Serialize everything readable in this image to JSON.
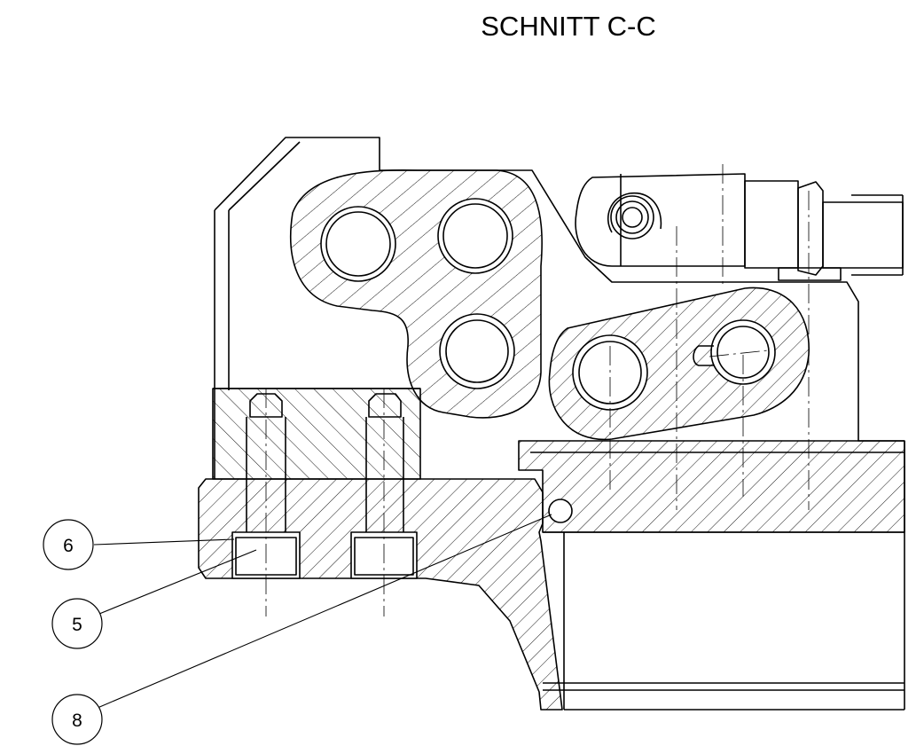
{
  "title": "SCHNITT C-C",
  "balloons": [
    {
      "id": "balloon-6",
      "label": "6"
    },
    {
      "id": "balloon-5",
      "label": "5"
    },
    {
      "id": "balloon-8",
      "label": "8"
    }
  ],
  "colors": {
    "line": "#000000",
    "background": "#ffffff"
  }
}
